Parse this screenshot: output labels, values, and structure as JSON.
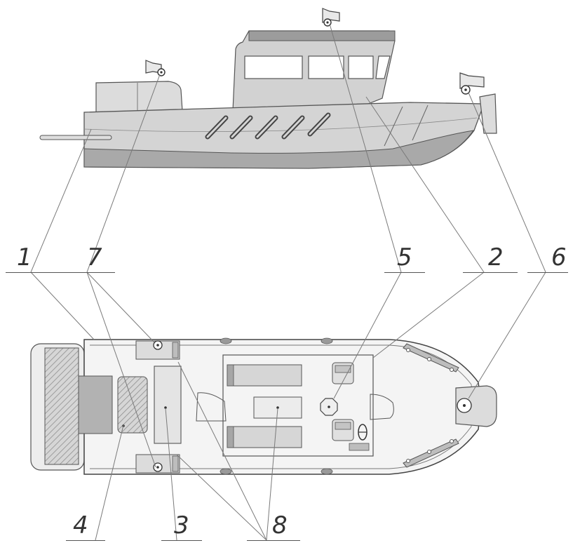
{
  "callouts": [
    {
      "id": "1",
      "text": "1"
    },
    {
      "id": "2",
      "text": "2"
    },
    {
      "id": "3",
      "text": "3"
    },
    {
      "id": "4",
      "text": "4"
    },
    {
      "id": "5",
      "text": "5"
    },
    {
      "id": "6",
      "text": "6"
    },
    {
      "id": "7",
      "text": "7"
    },
    {
      "id": "8",
      "text": "8"
    }
  ],
  "colors": {
    "hull": "#d4d4d4",
    "hull_dark": "#a8a8a8",
    "outline": "#555555",
    "leader": "#777777",
    "hatch": "#9a9a9a"
  }
}
